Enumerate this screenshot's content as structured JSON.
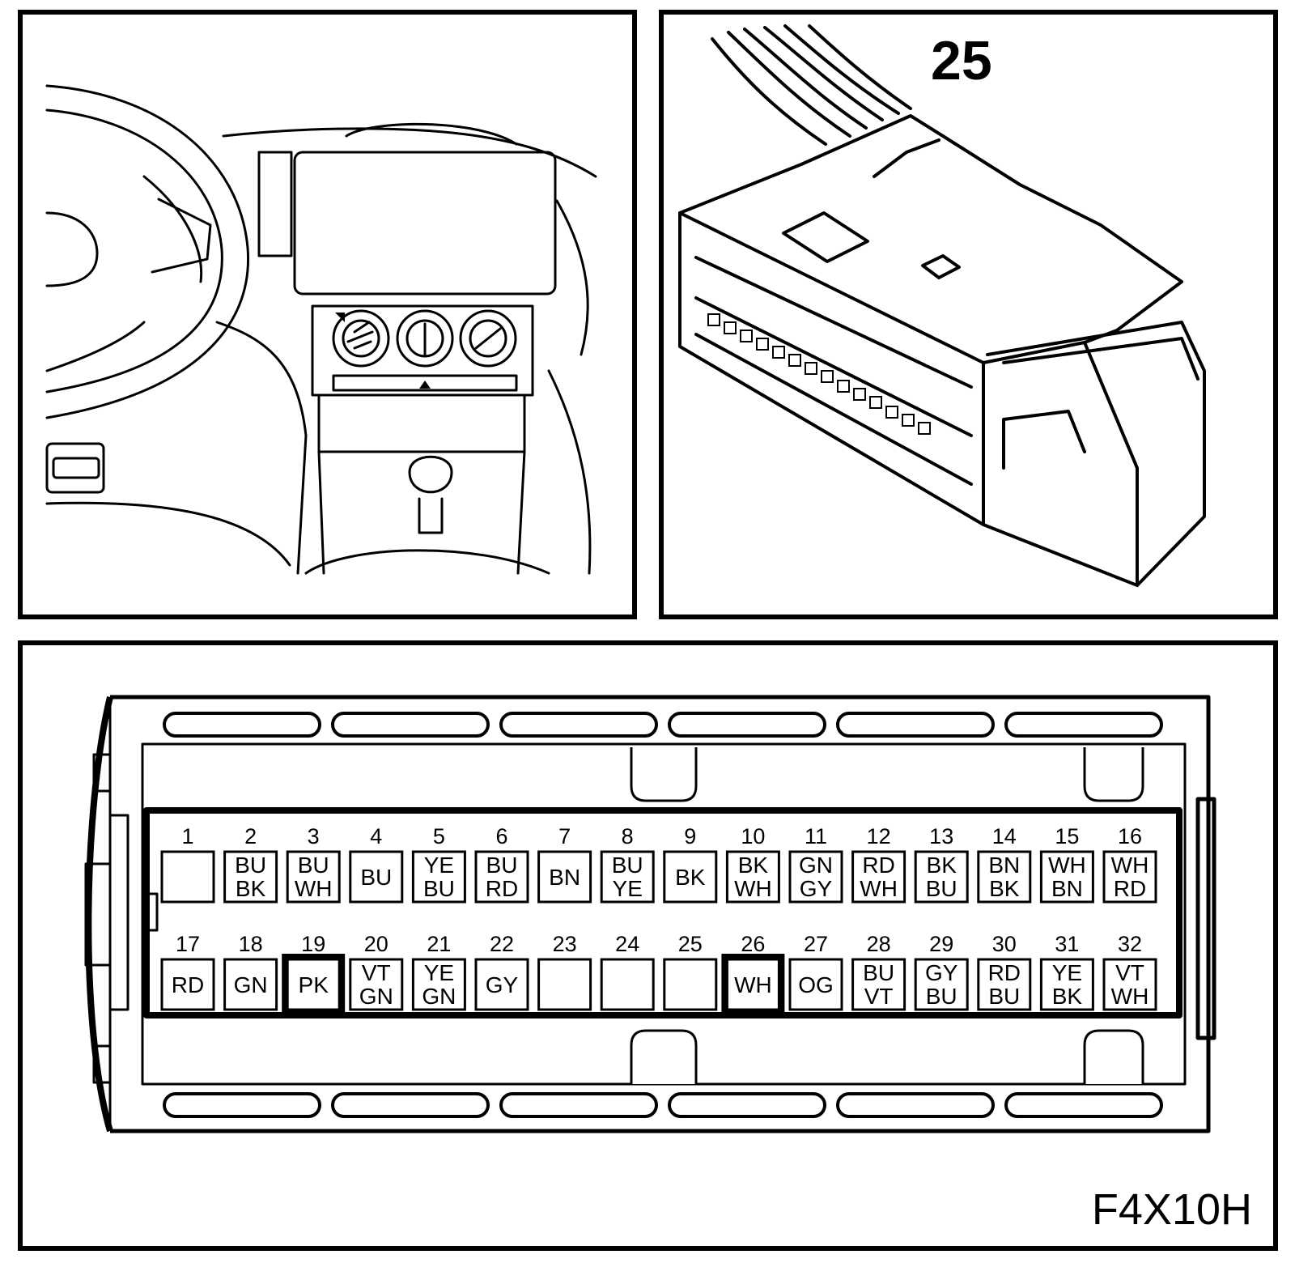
{
  "connector": {
    "callout_number": "25",
    "figure_code": "F4X10H",
    "highlighted_pins": [
      19,
      26
    ],
    "row1": [
      {
        "pin": "1",
        "colors": []
      },
      {
        "pin": "2",
        "colors": [
          "BU",
          "BK"
        ]
      },
      {
        "pin": "3",
        "colors": [
          "BU",
          "WH"
        ]
      },
      {
        "pin": "4",
        "colors": [
          "BU"
        ]
      },
      {
        "pin": "5",
        "colors": [
          "YE",
          "BU"
        ]
      },
      {
        "pin": "6",
        "colors": [
          "BU",
          "RD"
        ]
      },
      {
        "pin": "7",
        "colors": [
          "BN"
        ]
      },
      {
        "pin": "8",
        "colors": [
          "BU",
          "YE"
        ]
      },
      {
        "pin": "9",
        "colors": [
          "BK"
        ]
      },
      {
        "pin": "10",
        "colors": [
          "BK",
          "WH"
        ]
      },
      {
        "pin": "11",
        "colors": [
          "GN",
          "GY"
        ]
      },
      {
        "pin": "12",
        "colors": [
          "RD",
          "WH"
        ]
      },
      {
        "pin": "13",
        "colors": [
          "BK",
          "BU"
        ]
      },
      {
        "pin": "14",
        "colors": [
          "BN",
          "BK"
        ]
      },
      {
        "pin": "15",
        "colors": [
          "WH",
          "BN"
        ]
      },
      {
        "pin": "16",
        "colors": [
          "WH",
          "RD"
        ]
      }
    ],
    "row2": [
      {
        "pin": "17",
        "colors": [
          "RD"
        ]
      },
      {
        "pin": "18",
        "colors": [
          "GN"
        ]
      },
      {
        "pin": "19",
        "colors": [
          "PK"
        ]
      },
      {
        "pin": "20",
        "colors": [
          "VT",
          "GN"
        ]
      },
      {
        "pin": "21",
        "colors": [
          "YE",
          "GN"
        ]
      },
      {
        "pin": "22",
        "colors": [
          "GY"
        ]
      },
      {
        "pin": "23",
        "colors": []
      },
      {
        "pin": "24",
        "colors": []
      },
      {
        "pin": "25",
        "colors": []
      },
      {
        "pin": "26",
        "colors": [
          "WH"
        ]
      },
      {
        "pin": "27",
        "colors": [
          "OG"
        ]
      },
      {
        "pin": "28",
        "colors": [
          "BU",
          "VT"
        ]
      },
      {
        "pin": "29",
        "colors": [
          "GY",
          "BU"
        ]
      },
      {
        "pin": "30",
        "colors": [
          "RD",
          "BU"
        ]
      },
      {
        "pin": "31",
        "colors": [
          "YE",
          "BK"
        ]
      },
      {
        "pin": "32",
        "colors": [
          "VT",
          "WH"
        ]
      }
    ]
  }
}
